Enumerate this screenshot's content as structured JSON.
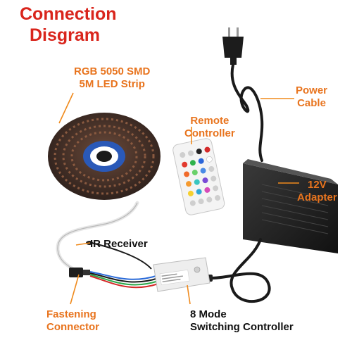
{
  "title": {
    "line1": "Connection",
    "line2": "Disgram"
  },
  "labels": {
    "led_strip": {
      "line1": "RGB 5050 SMD",
      "line2": "5M LED Strip"
    },
    "remote": {
      "line1": "Remote",
      "line2": "Controller"
    },
    "power_cable": {
      "line1": "Power",
      "line2": "Cable"
    },
    "adapter": {
      "line1": "12V",
      "line2": "Adapter"
    },
    "ir_receiver": {
      "line1": "IR Receiver"
    },
    "fastening": {
      "line1": "Fastening",
      "line2": "Connector"
    },
    "switching": {
      "line1": "8 Mode",
      "line2": "Switching Controller"
    }
  },
  "colors": {
    "title": "#d9251c",
    "label_orange": "#e8741e",
    "label_black": "#111111",
    "leader_line": "#f08a1c",
    "cable": "#1a1a1a",
    "adapter_body": "#222222",
    "strip_reel": "#3a2a24",
    "reel_center": "#2a59b8",
    "controller_body": "#eeeeee",
    "remote_body": "#f4f4f4"
  }
}
